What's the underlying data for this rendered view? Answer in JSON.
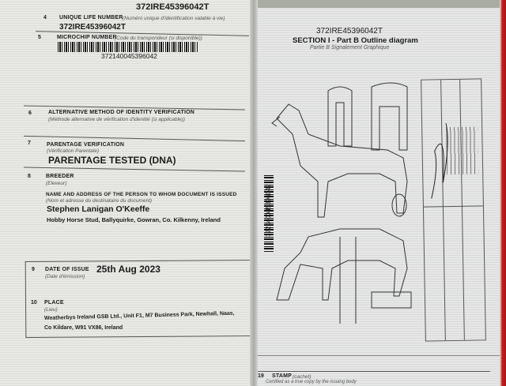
{
  "left_page": {
    "header_id": "372IRE45396042T",
    "unique_life_number": {
      "num": "4",
      "label": "UNIQUE LIFE NUMBER",
      "label_fr": "(Numéro unique d'identification valable à vie)",
      "value": "372IRE45396042T"
    },
    "microchip": {
      "num": "5",
      "label": "MICROCHIP NUMBER",
      "label_fr": "(Code du transpondeur (si disponible))",
      "value": "372140045396042"
    },
    "alt_method": {
      "num": "6",
      "label": "ALTERNATIVE METHOD OF IDENTITY VERIFICATION",
      "label_fr": "(Méthode alternative de vérification d'identité (si applicable))"
    },
    "parentage": {
      "num": "7",
      "label": "PARENTAGE VERIFICATION",
      "label_fr": "(Vérification Parentale)",
      "value": "PARENTAGE TESTED (DNA)"
    },
    "breeder": {
      "num": "8",
      "label": "BREEDER",
      "label_fr": "(Eleveur)",
      "issued_to_label": "NAME AND ADDRESS OF THE PERSON TO WHOM DOCUMENT IS ISSUED",
      "issued_to_label_fr": "(Nom et adresse du destinataire du document)",
      "name": "Stephen Lanigan O'Keeffe",
      "address": "Hobby Horse Stud, Ballyquirke, Gowran, Co. Kilkenny, Ireland"
    },
    "date_of_issue": {
      "num": "9",
      "label": "DATE OF ISSUE",
      "label_fr": "(Date d'émission)",
      "value": "25th Aug 2023"
    },
    "place": {
      "num": "10",
      "label": "PLACE",
      "label_fr": "(Lieu)",
      "line1": "Weatherbys Ireland GSB Ltd., Unit F1, M7 Business Park, Newhall, Naas,",
      "line2": "Co Kildare, W91 VX86, Ireland"
    }
  },
  "right_page": {
    "header_id": "372IRE45396042T",
    "section_title": "SECTION I - Part B Outline diagram",
    "section_title_fr": "Partie B Signalement Graphique",
    "barcode_value": "372140045396042",
    "stamp": {
      "num": "19",
      "label": "STAMP",
      "label_fr": "(cachet)",
      "certified": "Certified as a true copy by the issuing body"
    }
  }
}
